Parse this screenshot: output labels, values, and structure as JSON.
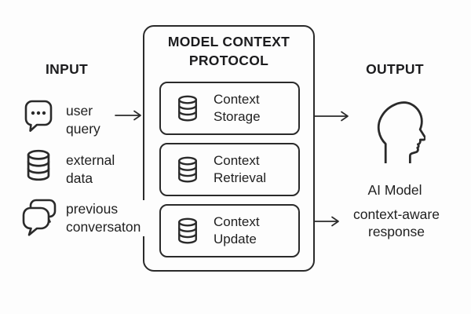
{
  "input": {
    "heading": "INPUT",
    "items": [
      {
        "icon": "chat-bubble-dots-icon",
        "label": "user query"
      },
      {
        "icon": "database-icon",
        "label": "external data"
      },
      {
        "icon": "chat-bubbles-icon",
        "label": "previous conversaton"
      }
    ]
  },
  "protocol": {
    "title": "MODEL CONTEXT PROTOCOL",
    "modules": [
      {
        "icon": "database-icon",
        "label": "Context Storage"
      },
      {
        "icon": "database-icon",
        "label": "Context Retrieval"
      },
      {
        "icon": "database-icon",
        "label": "Context Update"
      }
    ]
  },
  "output": {
    "heading": "OUTPUT",
    "icon": "head-profile-icon",
    "model_label": "AI Model",
    "response_label": "context-aware response"
  },
  "colors": {
    "background": "#fdfdfd",
    "line": "#2a2a2a",
    "text": "#1f1f1f"
  }
}
